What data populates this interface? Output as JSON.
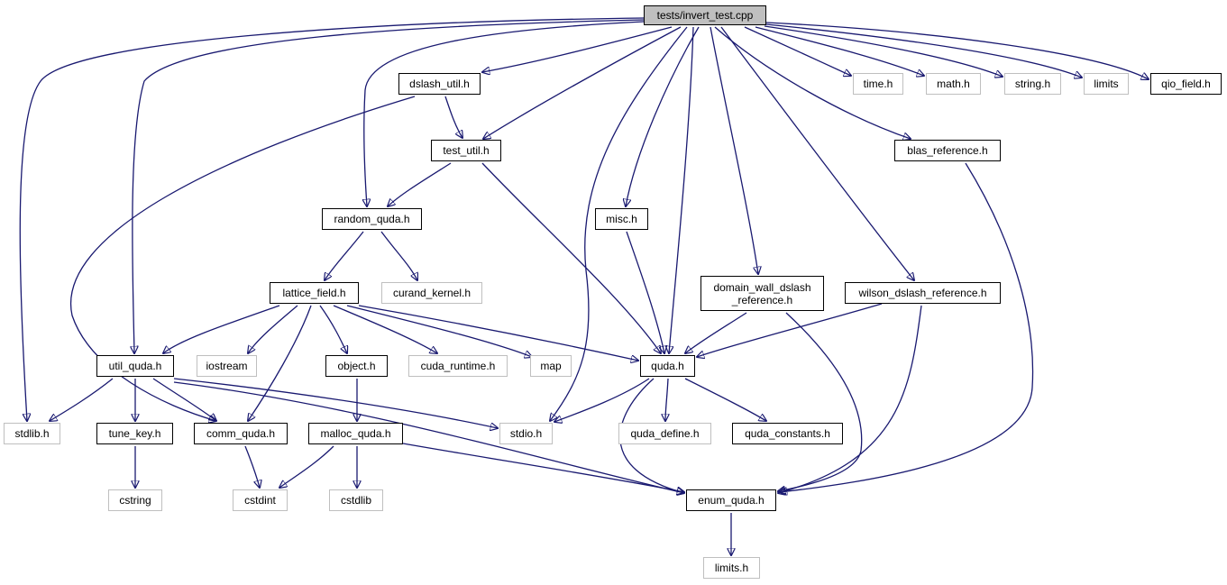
{
  "colors": {
    "edge": "#191970",
    "root_fill": "#bfbfbf",
    "external_border": "#bfbfbf",
    "node_border": "#000000"
  },
  "nodes": {
    "invert_test": "tests/invert_test.cpp",
    "dslash_util": "dslash_util.h",
    "time": "time.h",
    "math": "math.h",
    "string": "string.h",
    "limits": "limits",
    "qio_field": "qio_field.h",
    "test_util": "test_util.h",
    "blas_reference": "blas_reference.h",
    "random_quda": "random_quda.h",
    "misc": "misc.h",
    "lattice_field": "lattice_field.h",
    "curand_kernel": "curand_kernel.h",
    "domain_wall": "domain_wall_dslash\n_reference.h",
    "wilson_dslash": "wilson_dslash_reference.h",
    "util_quda": "util_quda.h",
    "iostream": "iostream",
    "object": "object.h",
    "cuda_runtime": "cuda_runtime.h",
    "map": "map",
    "quda": "quda.h",
    "stdlib": "stdlib.h",
    "tune_key": "tune_key.h",
    "comm_quda": "comm_quda.h",
    "malloc_quda": "malloc_quda.h",
    "stdio": "stdio.h",
    "quda_define": "quda_define.h",
    "quda_constants": "quda_constants.h",
    "cstring": "cstring",
    "cstdint": "cstdint",
    "cstdlib": "cstdlib",
    "enum_quda": "enum_quda.h",
    "limits_h": "limits.h"
  }
}
